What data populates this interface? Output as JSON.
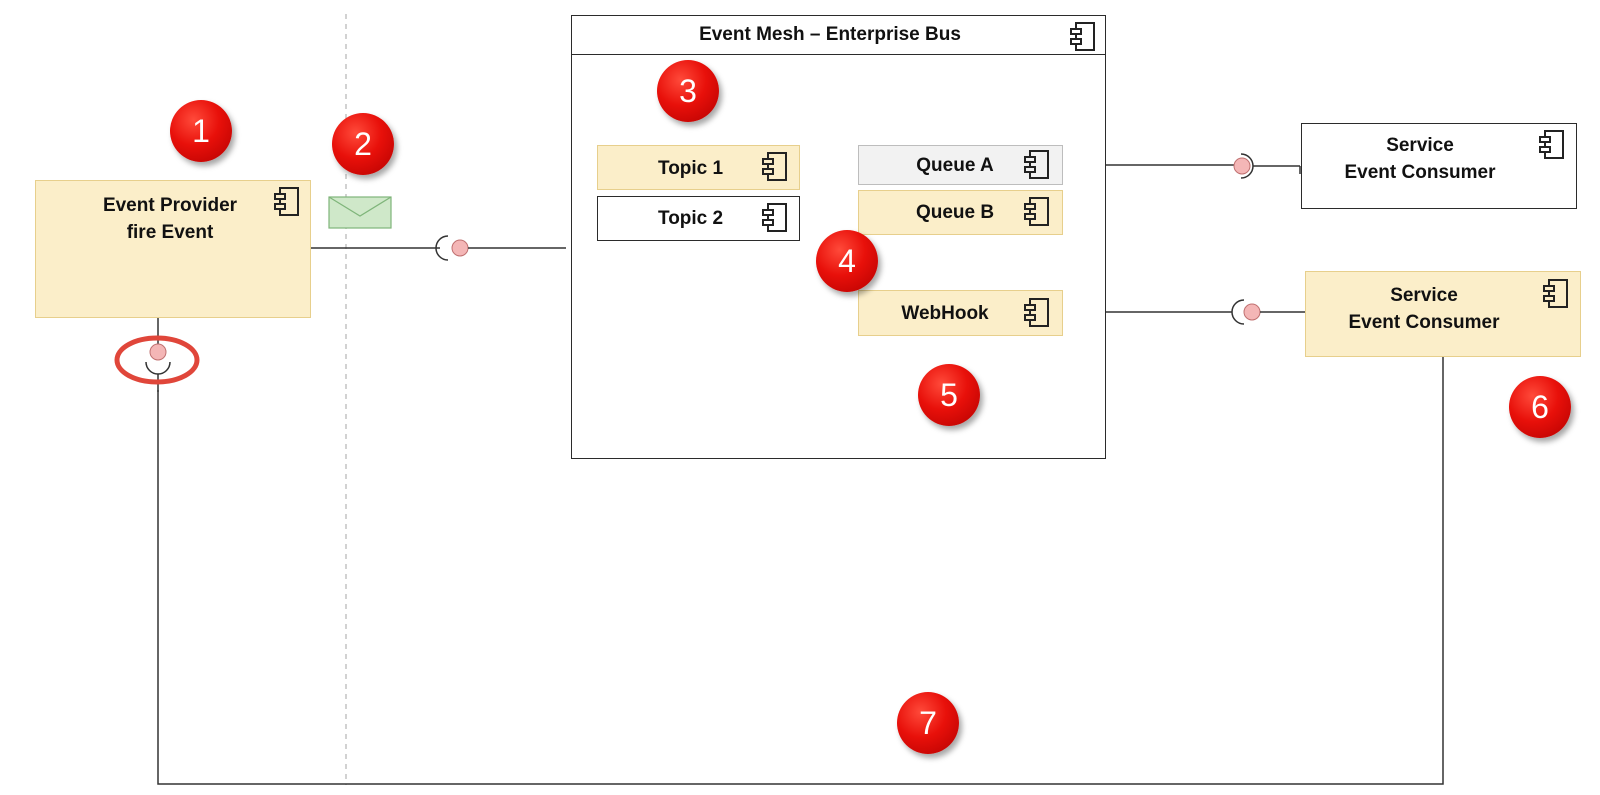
{
  "diagram": {
    "event_mesh": {
      "title": "Event Mesh – Enterprise Bus",
      "topics": [
        "Topic 1",
        "Topic 2"
      ],
      "queue_a": "Queue A",
      "queue_b": "Queue B",
      "webhook": "WebHook"
    },
    "provider": {
      "line1": "Event Provider",
      "line2": "fire Event"
    },
    "consumer_top": {
      "line1": "Service",
      "line2": "Event Consumer"
    },
    "consumer_bottom": {
      "line1": "Service",
      "line2": "Event Consumer"
    },
    "badges": [
      "1",
      "2",
      "3",
      "4",
      "5",
      "6",
      "7"
    ],
    "icons": {
      "component": "component-icon",
      "message": "envelope-icon"
    },
    "colors": {
      "component_fill": "#fbeec9",
      "badge_red": "#e8100a",
      "envelope_green": "#cfe8c9",
      "interface_pink": "#f4b6b6",
      "highlight_ring": "#e0463a"
    }
  }
}
